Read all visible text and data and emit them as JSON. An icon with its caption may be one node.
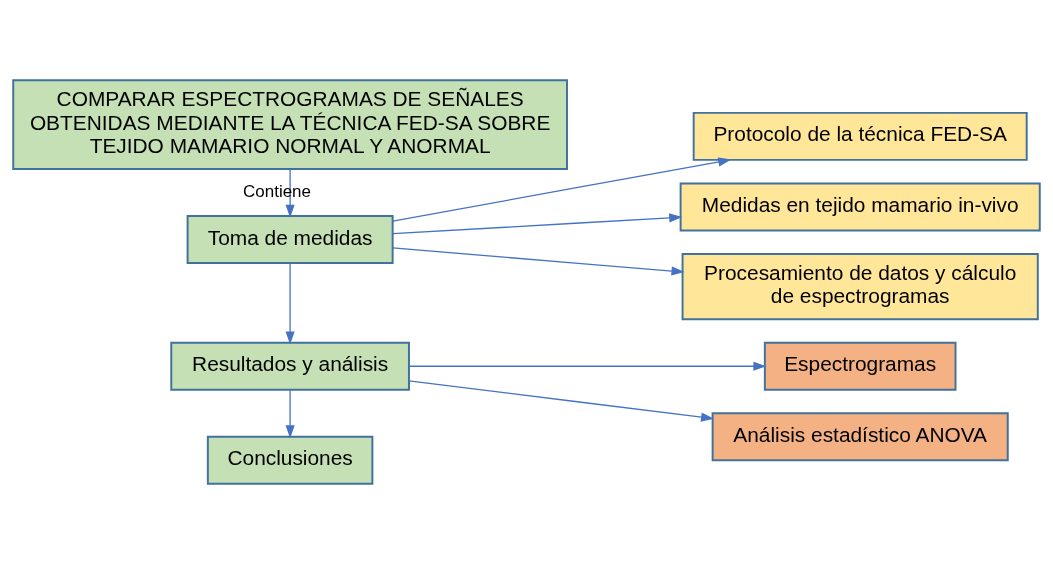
{
  "diagram": {
    "nodes": [
      {
        "text": [
          "COMPARAR ESPECTROGRAMAS DE SEÑALES OBTENIDAS MEDIANTE LA TÉCNICA FED-SA SOBRE TEJIDO MAMARIO NORMAL Y ANORMAL"
        ]
      },
      {
        "text": [
          "Toma de medidas"
        ]
      },
      {
        "text": [
          "Protocolo de la técnica FED-SA"
        ]
      },
      {
        "text": [
          "Medidas en tejido mamario in-vivo"
        ]
      },
      {
        "text": [
          "Procesamiento de datos y cálculo de espectrogramas"
        ]
      },
      {
        "text": [
          "Resultados y análisis"
        ]
      },
      {
        "text": [
          "Espectrogramas"
        ]
      },
      {
        "text": [
          "Análisis estadístico ANOVA"
        ]
      },
      {
        "text": [
          "Conclusiones"
        ]
      }
    ],
    "edges": [
      {
        "from": 0,
        "to": 1,
        "arrow": "to",
        "label": "Contiene"
      },
      {
        "from": 1,
        "to": 2,
        "arrow": "to"
      },
      {
        "from": 1,
        "to": 3,
        "arrow": "to"
      },
      {
        "from": 1,
        "to": 4,
        "arrow": "to"
      },
      {
        "from": 1,
        "to": 5,
        "arrow": "to"
      },
      {
        "from": 5,
        "to": 6,
        "arrow": "to"
      },
      {
        "from": 5,
        "to": 7,
        "arrow": "to"
      },
      {
        "from": 5,
        "to": 8,
        "arrow": "to"
      }
    ]
  }
}
